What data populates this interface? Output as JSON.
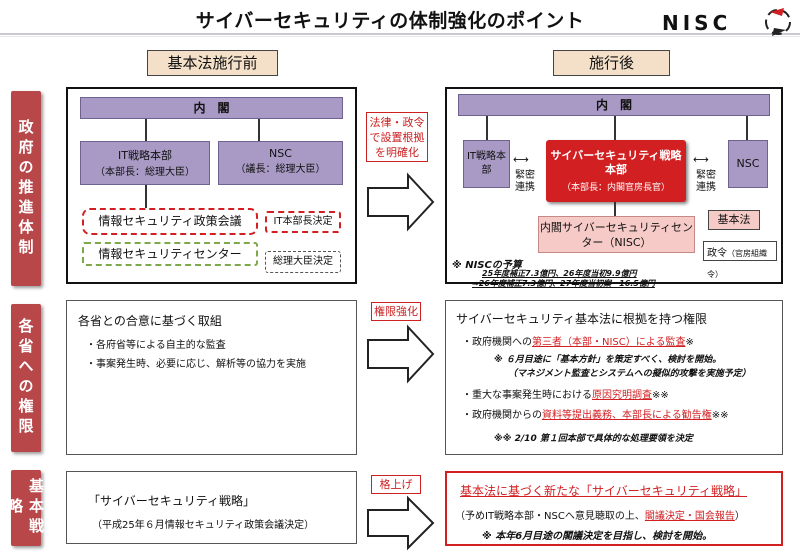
{
  "header": {
    "title": "サイバーセキュリティの体制強化のポイント",
    "logo": "NISC"
  },
  "columns": {
    "before": "基本法施行前",
    "after": "施行後"
  },
  "side_labels": {
    "govt": "政府の推進体制",
    "ministries": "各省への権限",
    "strategy": "基本戦略"
  },
  "before_structure": {
    "cabinet": "内　閣",
    "it_hq": "IT戦略本部",
    "it_hq_head": "（本部長：総理大臣）",
    "nsc": "NSC",
    "nsc_head": "（議長：総理大臣）",
    "council": "情報セキュリティ政策会議",
    "council_note": "IT本部長決定",
    "center": "情報セキュリティセンター",
    "center_note": "総理大臣決定"
  },
  "arrow1_note": "法律・政令で設置根拠を明確化",
  "after_structure": {
    "cabinet": "内　閣",
    "it_hq": "IT戦略本部",
    "cyber_hq": "サイバーセキュリティ戦略本部",
    "cyber_hq_head": "（本部長：内閣官房長官）",
    "nsc": "NSC",
    "coop_left": "緊密連携",
    "coop_right": "緊密連携",
    "nisc": "内閣サイバーセキュリティセンター（NISC）",
    "basic_law": "基本法",
    "ordinance": "政令",
    "ordinance_note": "（官房組織令）",
    "budget_title": "※ NISCの予算",
    "budget_line1": "25年度補正7.3億円、26年度当初9.9億円",
    "budget_line2": "⇒26年度補正7.3億円、27年度当初案　16.5億円"
  },
  "ministries_before": {
    "heading": "各省との合意に基づく取組",
    "items": [
      "各府省等による自主的な監査",
      "事案発生時、必要に応じ、解析等の協力を実施"
    ]
  },
  "arrow2_note": "権限強化",
  "ministries_after": {
    "heading": "サイバーセキュリティ基本法に根拠を持つ権限",
    "item1_pre": "政府機関への",
    "item1_red": "第三者（本部・NISC）による監査",
    "item1_post": "※",
    "note1a": "※ ６月目途に「基本方針」を策定すべく、検討を開始。",
    "note1b": "（マネジメント監査とシステムへの擬似的攻撃を実施予定）",
    "item2_pre": "重大な事案発生時における",
    "item2_red": "原因究明調査",
    "item2_post": "※※",
    "item3_pre": "政府機関からの",
    "item3_red": "資料等提出義務、本部長による勧告権",
    "item3_post": "※※",
    "note2": "※※ 2/10 第１回本部で具体的な処理要領を決定"
  },
  "arrow3_note": "格上げ",
  "strategy_before": {
    "title": "「サイバーセキュリティ戦略」",
    "sub": "（平成25年６月情報セキュリティ政策会議決定）"
  },
  "strategy_after": {
    "title": "基本法に基づく新たな「サイバーセキュリティ戦略」",
    "sub_pre": "（予めIT戦略本部・NSCへ意見聴取の上、",
    "sub_red": "閣議決定・国会報告",
    "sub_post": "）",
    "note": "※ 本年6月目途の閣議決定を目指し、検討を開始。"
  }
}
